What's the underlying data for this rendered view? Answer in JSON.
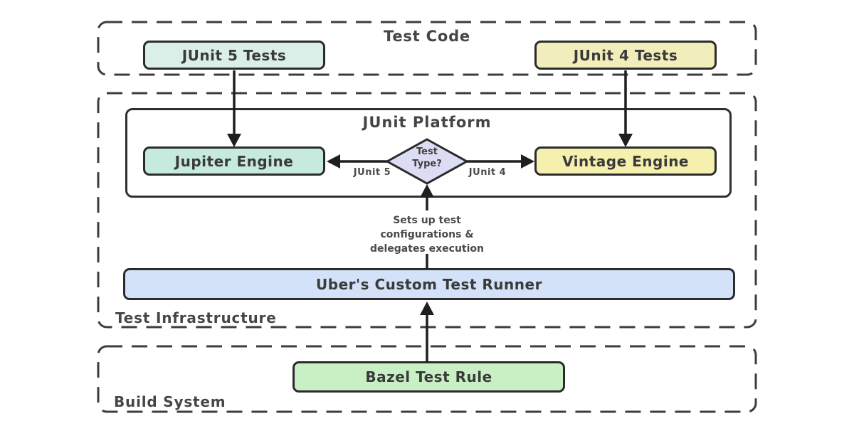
{
  "palette": {
    "background": "#ffffff",
    "box_border": "#2b2b2b",
    "dashed_border": "#3c3c3c",
    "arrow": "#1f1f1f",
    "text": "#3a3a3a",
    "node_fills": {
      "junit5_tests": "#daefe7",
      "junit4_tests": "#f2eebb",
      "jupiter_engine": "#c6eade",
      "vintage_engine": "#f5f0ae",
      "uber_runner": "#d3e2f9",
      "bazel_rule": "#c9efc5",
      "test_type_decision": "#dcdcf5"
    }
  },
  "diagram": {
    "groups": {
      "test_code": {
        "label": "Test Code"
      },
      "test_infrastructure": {
        "label": "Test Infrastructure"
      },
      "build_system": {
        "label": "Build System"
      }
    },
    "platform": {
      "label": "JUnit Platform"
    },
    "nodes": {
      "junit5_tests": {
        "label": "JUnit 5 Tests"
      },
      "junit4_tests": {
        "label": "JUnit 4 Tests"
      },
      "jupiter_engine": {
        "label": "Jupiter Engine"
      },
      "vintage_engine": {
        "label": "Vintage Engine"
      },
      "uber_runner": {
        "label": "Uber's Custom Test Runner"
      },
      "bazel_rule": {
        "label": "Bazel Test Rule"
      }
    },
    "decision": {
      "lines": [
        "Test",
        "Type?"
      ]
    },
    "edge_labels": {
      "junit5_branch": "JUnit 5",
      "junit4_branch": "JUnit 4"
    },
    "annotation": {
      "lines": [
        "Sets up test",
        "configurations &",
        "delegates execution"
      ]
    },
    "edges": [
      {
        "from": "junit5_tests",
        "to": "jupiter_engine"
      },
      {
        "from": "junit4_tests",
        "to": "vintage_engine"
      },
      {
        "from": "test_type_decision",
        "to": "jupiter_engine",
        "label": "JUnit 5"
      },
      {
        "from": "test_type_decision",
        "to": "vintage_engine",
        "label": "JUnit 4"
      },
      {
        "from": "uber_runner",
        "to": "test_type_decision",
        "label": "Sets up test configurations & delegates execution"
      },
      {
        "from": "bazel_rule",
        "to": "uber_runner"
      }
    ]
  }
}
